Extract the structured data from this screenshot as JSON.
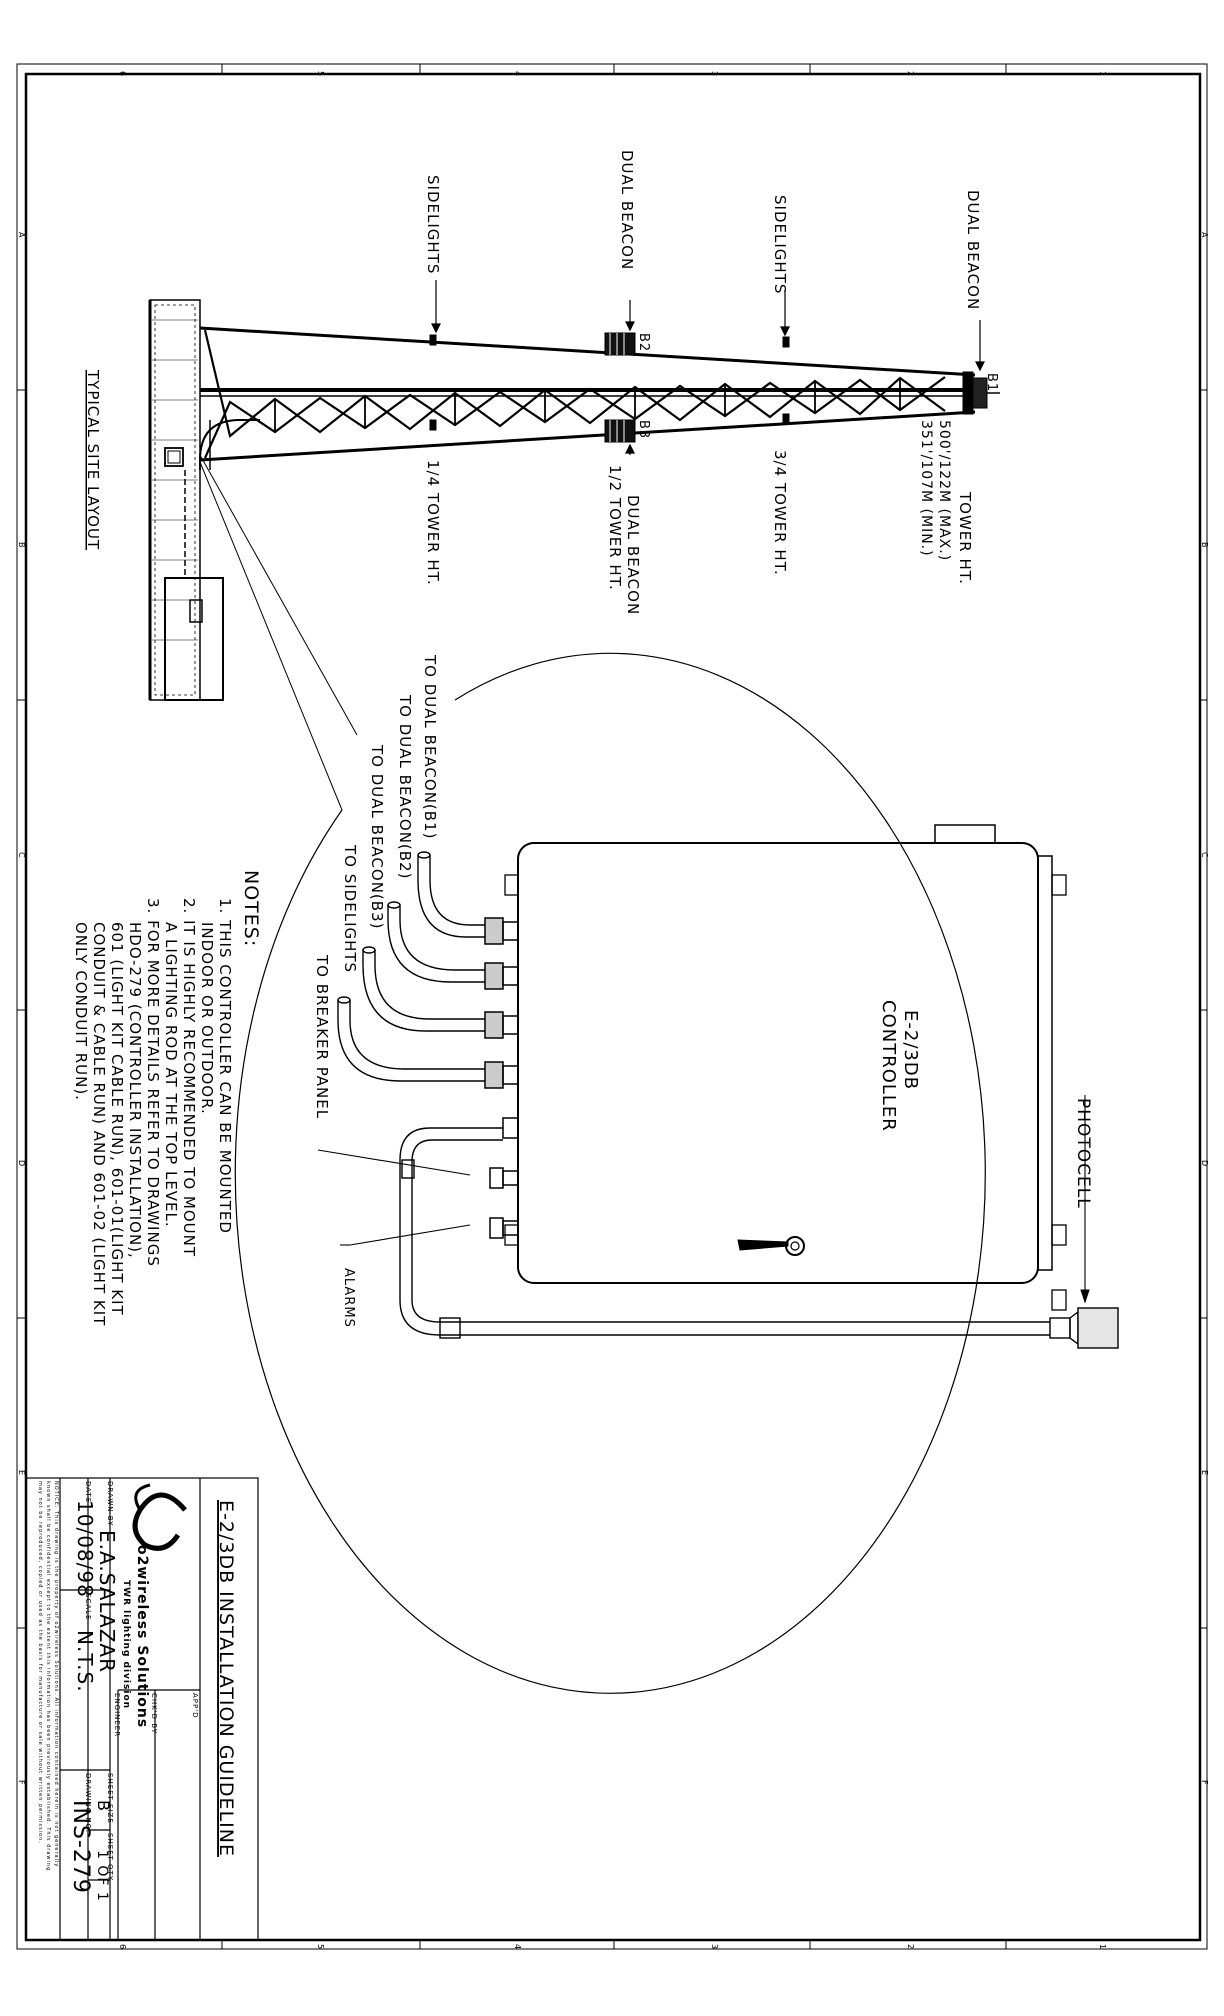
{
  "border_zones": {
    "numbers": [
      "6",
      "5",
      "4",
      "3",
      "2",
      "1"
    ],
    "letters": [
      "A",
      "B",
      "C",
      "D",
      "E",
      "F"
    ]
  },
  "tower": {
    "dual_beacon_top": "DUAL BEACON",
    "b1": "B1",
    "tower_ht_label": "TOWER HT.",
    "tower_ht_max": "500'/122M (MAX.)",
    "tower_ht_min": "351'/107M (MIN.)",
    "sidelights_upper": "SIDELIGHTS",
    "three_quarter": "3/4 TOWER HT.",
    "dual_beacon_mid": "DUAL BEACON",
    "b2": "B2",
    "b3": "B3",
    "dual_beacon_mid_right": "DUAL BEACON",
    "half": "1/2 TOWER HT.",
    "sidelights_lower": "SIDELIGHTS",
    "quarter": "1/4 TOWER HT.",
    "site_layout": "TYPICAL SITE LAYOUT"
  },
  "controller": {
    "photocell": "PHOTOCELL",
    "name_line1": "E-2/3DB",
    "name_line2": "CONTROLLER",
    "to_b1": "TO DUAL BEACON(B1)",
    "to_b2": "TO DUAL BEACON(B2)",
    "to_b3": "TO DUAL BEACON(B3)",
    "to_sidelights": "TO SIDELIGHTS",
    "to_breaker": "TO BREAKER PANEL",
    "alarms": "ALARMS"
  },
  "notes": {
    "title": "NOTES:",
    "lines": [
      "1. THIS CONTROLLER CAN BE MOUNTED",
      "INDOOR OR OUTDOOR.",
      "2. IT IS HIGHLY RECOMMENDED TO MOUNT",
      "A LIGHTING ROD AT THE TOP LEVEL.",
      "3. FOR MORE DETAILS REFER TO DRAWINGS",
      "HDO-279 (CONTROLLER INSTALLATION),",
      "601 (LIGHT KIT CABLE RUN), 601-01(LIGHT KIT",
      "CONDUIT & CABLE RUN) AND 601-02 (LIGHT KIT",
      "ONLY CONDUIT RUN)."
    ]
  },
  "title_block": {
    "title": "E-2/3DB INSTALLATION GUIDELINE",
    "appd": "APP'D",
    "chkd": "CHK'D BY",
    "engineer": "ENGINEER",
    "company": "o2wireless Solutions",
    "division": "TWR lighting division",
    "drawn_by_label": "DRAWN BY",
    "drawn_by": "E.A.SALAZAR",
    "date_label": "DATE",
    "date": "10/08/98",
    "scale_label": "SCALE",
    "scale": "N.T.S.",
    "sheet_size_label": "SHEET SIZE",
    "sheet_size": "B",
    "sheet_qty_label": "SHEET QTY.",
    "sheet_qty": "1 OF 1",
    "drawing_no_label": "DRAWING NO.",
    "drawing_no": "INS-279",
    "notice_lines": [
      "NOTICE: This drawing is the property of o2wireless Solutions. All information contained herein is not generally",
      "known shall be confidential except to the extent this information has been previously established. This drawing",
      "may not be reproduced, copied or used as the basis for manufacture or sale without written permission."
    ]
  }
}
